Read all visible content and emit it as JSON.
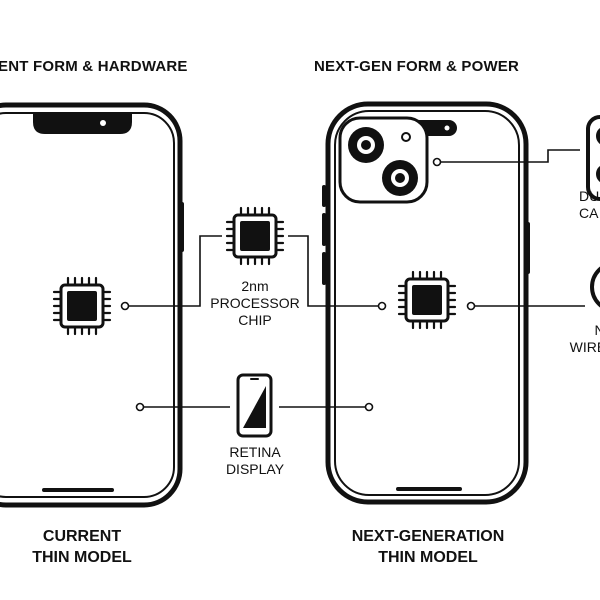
{
  "headings": {
    "left": "ENT FORM & HARDWARE",
    "right": "NEXT-GEN FORM & POWER"
  },
  "labels": {
    "processor": [
      "2nm",
      "PROCESSOR",
      "CHIP"
    ],
    "display": [
      "RETINA",
      "DISPLAY"
    ],
    "camera": [
      "DU",
      "CA"
    ],
    "wireless": [
      "NE",
      "WIREL"
    ]
  },
  "models": {
    "current": [
      "CURRENT",
      "THIN MODEL"
    ],
    "next": [
      "NEXT-GENERATION",
      "THIN MODEL"
    ]
  },
  "icons": [
    "chip-icon",
    "phone-icon",
    "camera-icon",
    "wireless-icon"
  ],
  "colors": {
    "ink": "#111111",
    "background": "#ffffff"
  }
}
